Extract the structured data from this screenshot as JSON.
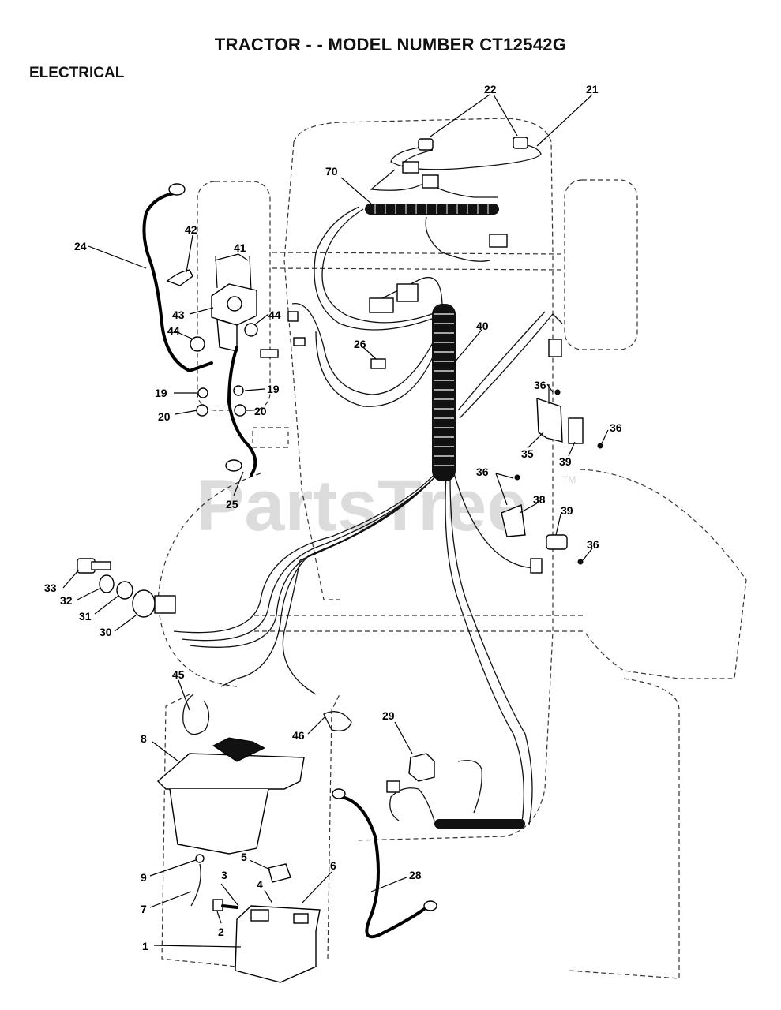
{
  "header": {
    "title": "TRACTOR - - MODEL NUMBER CT12542G",
    "section": "ELECTRICAL"
  },
  "watermark": {
    "text": "PartsTree",
    "tm": "TM"
  },
  "callouts": {
    "c1": "1",
    "c2": "2",
    "c3": "3",
    "c4": "4",
    "c5": "5",
    "c6": "6",
    "c7": "7",
    "c8": "8",
    "c9": "9",
    "c19a": "19",
    "c19b": "19",
    "c20a": "20",
    "c20b": "20",
    "c21": "21",
    "c22": "22",
    "c24": "24",
    "c25": "25",
    "c26": "26",
    "c28": "28",
    "c29": "29",
    "c30": "30",
    "c31": "31",
    "c32": "32",
    "c33": "33",
    "c35": "35",
    "c36a": "36",
    "c36b": "36",
    "c36c": "36",
    "c36d": "36",
    "c38": "38",
    "c39a": "39",
    "c39b": "39",
    "c40": "40",
    "c41": "41",
    "c42": "42",
    "c43": "43",
    "c44a": "44",
    "c44b": "44",
    "c45": "45",
    "c46": "46",
    "c70": "70"
  }
}
